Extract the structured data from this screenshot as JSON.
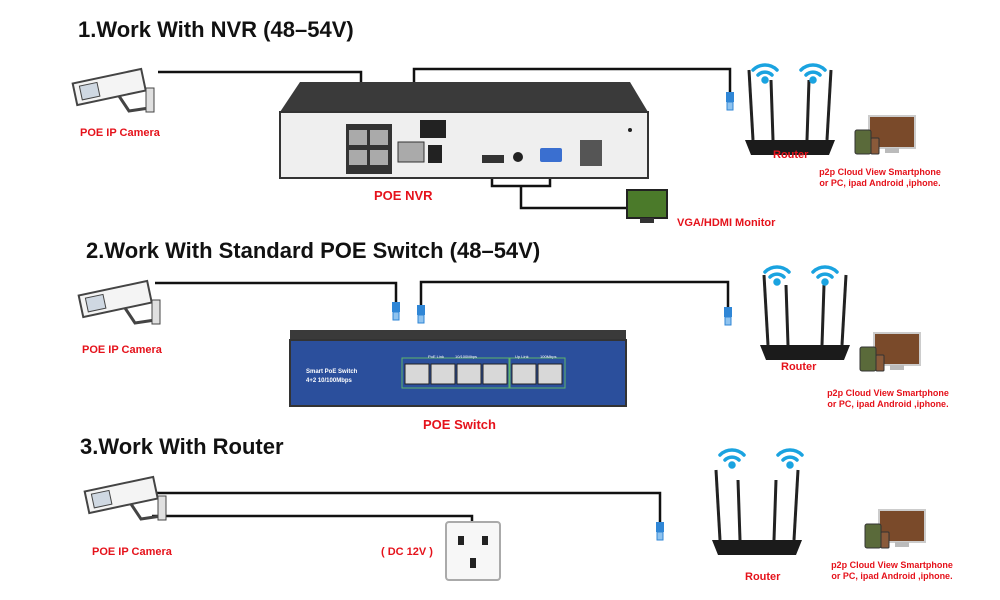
{
  "sections": [
    {
      "title": "1.Work With NVR (48–54V)",
      "camera_label": "POE IP Camera",
      "device_label": "POE NVR",
      "router_label": "Router",
      "monitor_label": "VGA/HDMI Monitor",
      "p2p_line1": "p2p Cloud  View Smartphone",
      "p2p_line2": "or PC, ipad Android ,iphone."
    },
    {
      "title": "2.Work With Standard POE Switch (48–54V)",
      "camera_label": "POE IP Camera",
      "device_label": "POE Switch",
      "router_label": "Router",
      "switch_text1": "Smart PoE Switch",
      "switch_text2": "4+2 10/100Mbps",
      "switch_poe_link": "PoE Link",
      "switch_poe_speed": "10/100Mbps",
      "switch_up_link": "Up Link",
      "switch_up_speed": "100Mbps",
      "p2p_line1": "p2p Cloud  View Smartphone",
      "p2p_line2": "or PC, ipad Android ,iphone."
    },
    {
      "title": "3.Work With Router",
      "camera_label": "POE IP Camera",
      "power_label": "( DC 12V )",
      "router_label": "Router",
      "p2p_line1": "p2p Cloud  View Smartphone",
      "p2p_line2": "or PC, ipad Android ,iphone."
    }
  ],
  "colors": {
    "label_red": "#e5121b",
    "switch_blue": "#2b4f9c",
    "wifi_blue": "#1aa3e0",
    "plug_blue": "#2f86d6"
  },
  "icons": [
    "camera-icon",
    "nvr-icon",
    "switch-icon",
    "router-icon",
    "wifi-icon",
    "monitor-icon",
    "devices-icon",
    "power-socket-icon",
    "rj45-plug-icon"
  ]
}
